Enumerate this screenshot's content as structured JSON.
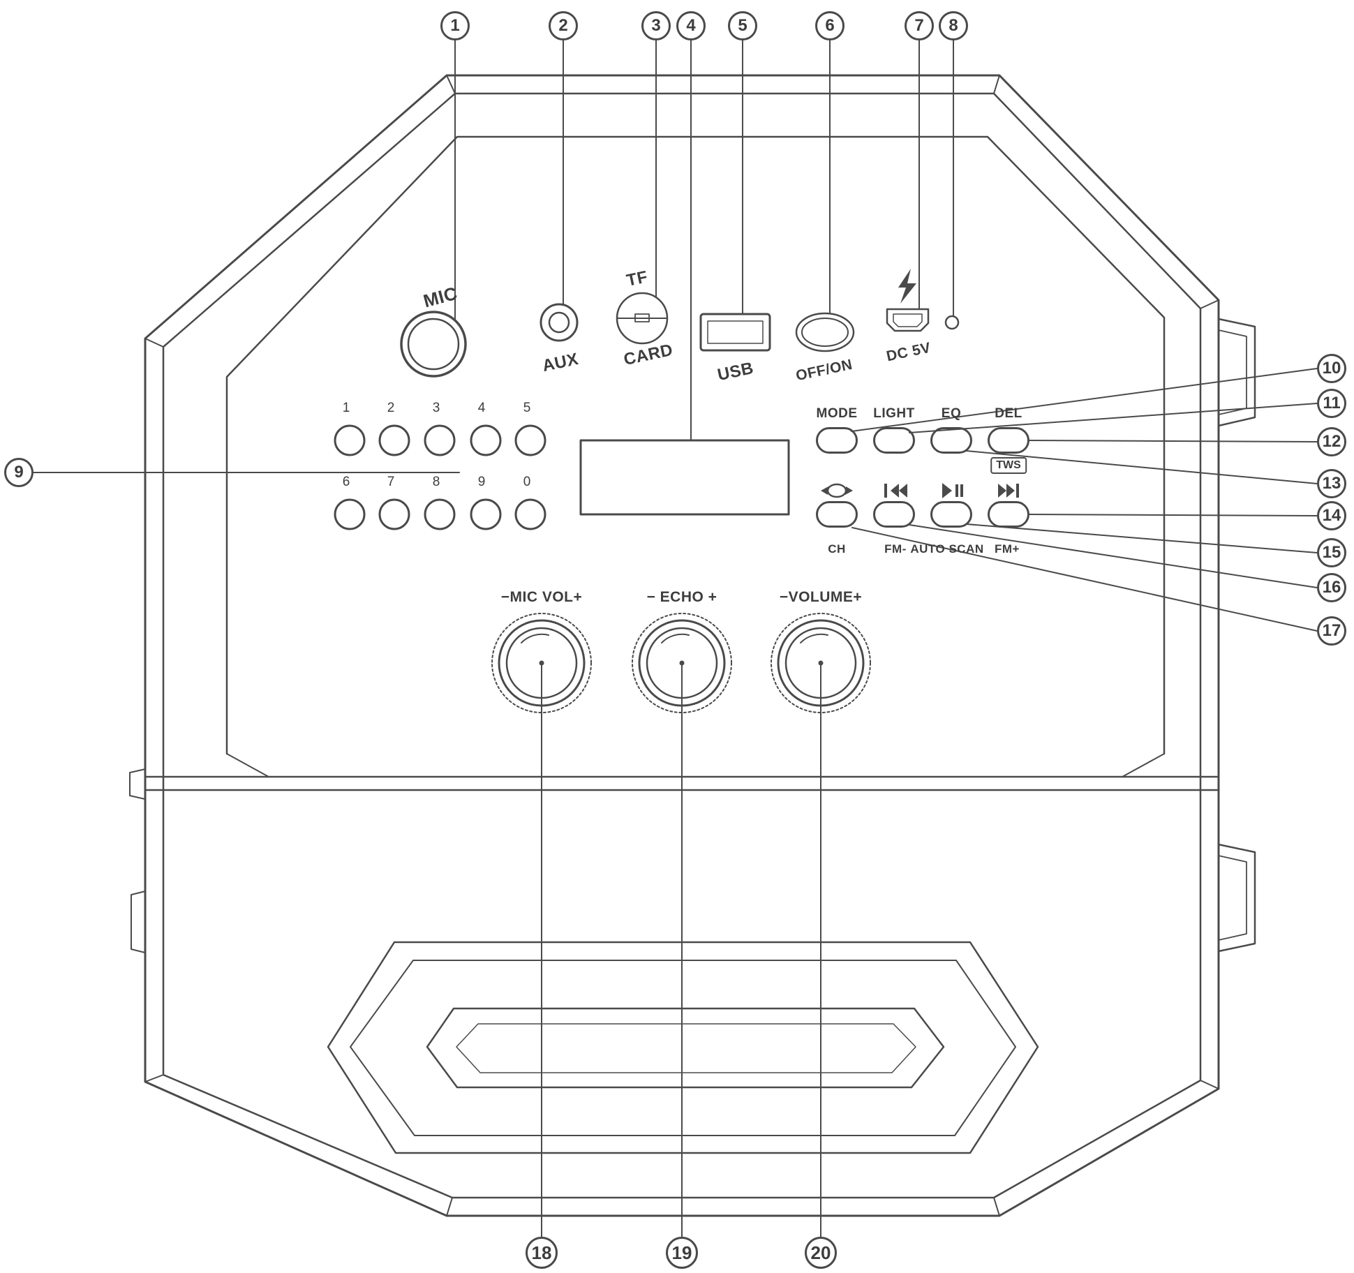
{
  "diagram_title": "speaker-top-panel-diagram",
  "callouts": {
    "top": [
      "1",
      "2",
      "3",
      "4",
      "5",
      "6",
      "7",
      "8"
    ],
    "left": [
      "9"
    ],
    "right": [
      "10",
      "11",
      "12",
      "13",
      "14",
      "15",
      "16",
      "17"
    ],
    "bottom": [
      "18",
      "19",
      "20"
    ]
  },
  "ports": {
    "mic": "MIC",
    "aux": "AUX",
    "tf_line1": "TF",
    "tf_line2": "CARD",
    "usb": "USB",
    "power": "OFF/ON",
    "dc": "DC 5V"
  },
  "keypad": {
    "row1": [
      "1",
      "2",
      "3",
      "4",
      "5"
    ],
    "row2": [
      "6",
      "7",
      "8",
      "9",
      "0"
    ]
  },
  "function_row": {
    "labels": [
      "MODE",
      "LIGHT",
      "EQ",
      "DEL"
    ],
    "tws": "TWS"
  },
  "transport_row": {
    "labels": [
      "CH",
      "FM-",
      "AUTO SCAN",
      "FM+"
    ]
  },
  "knobs": {
    "mic_vol": "−MIC VOL+",
    "echo": "− ECHO +",
    "volume": "−VOLUME+"
  },
  "icons": {
    "charge": "lightning-icon",
    "repeat": "repeat-icon",
    "previous": "previous-track-icon",
    "play_pause": "play-pause-icon",
    "next": "next-track-icon"
  }
}
